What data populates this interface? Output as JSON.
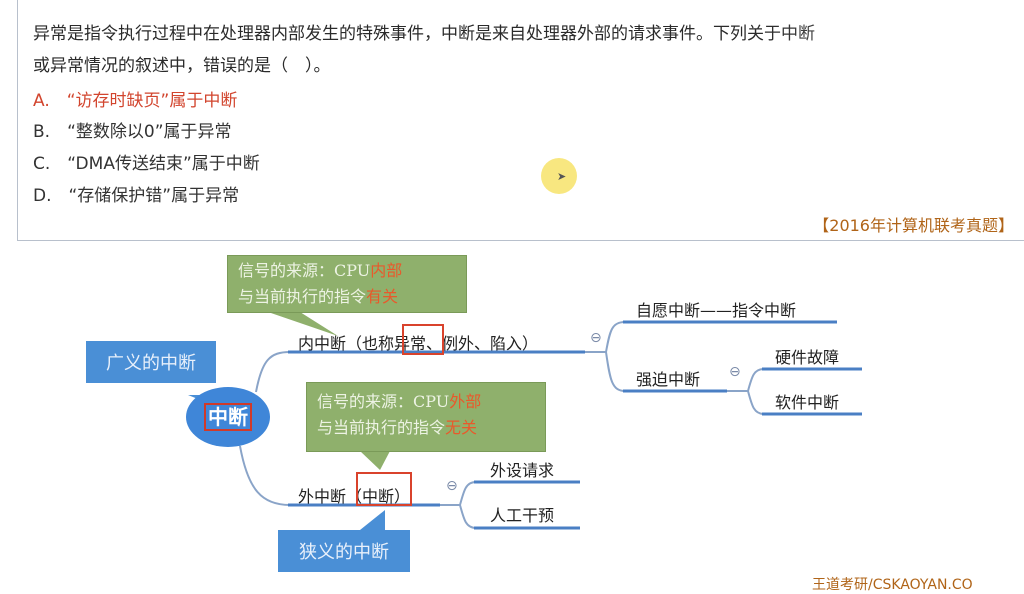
{
  "question": {
    "stem_line1": "异常是指令执行过程中在处理器内部发生的特殊事件，中断是来自处理器外部的请求事件。下列关于中断",
    "stem_line2": "或异常情况的叙述中，错误的是（　）。",
    "options": [
      {
        "label": "A.　“访存时缺页”属于中断",
        "correct": true
      },
      {
        "label": "B.　“整数除以0”属于异常",
        "correct": false
      },
      {
        "label": "C.　“DMA传送结束”属于中断",
        "correct": false
      },
      {
        "label": "D.　“存储保护错”属于异常",
        "correct": false
      }
    ],
    "source": "【2016年计算机联考真题】"
  },
  "mindmap": {
    "center": "中断",
    "broad_label": "广义的中断",
    "narrow_label": "狭义的中断",
    "internal": {
      "label": "内中断（也称异常、例外、陷入）",
      "callout_line1_prefix": "信号的来源：CPU",
      "callout_line1_highlight": "内部",
      "callout_line2_prefix": "与当前执行的指令",
      "callout_line2_highlight": "有关",
      "children": {
        "voluntary": "自愿中断——指令中断",
        "forced": "强迫中断",
        "forced_children": [
          "硬件故障",
          "软件中断"
        ]
      }
    },
    "external": {
      "label": "外中断（中断）",
      "callout_line1_prefix": "信号的来源：CPU",
      "callout_line1_highlight": "外部",
      "callout_line2_prefix": "与当前执行的指令",
      "callout_line2_highlight": "无关",
      "children": [
        "外设请求",
        "人工干预"
      ]
    },
    "collapse_icon": "⊖"
  },
  "watermark": "王道考研/CSKAOYAN.CO",
  "colors": {
    "branch_line": "#4a7fc4",
    "connector": "#8aa4c8",
    "center_fill": "#3f86d8",
    "callout_blue": "#4a8fd6",
    "callout_green": "#8fb06c",
    "highlight_red": "#d9432c",
    "answer_red": "#d2452e"
  }
}
